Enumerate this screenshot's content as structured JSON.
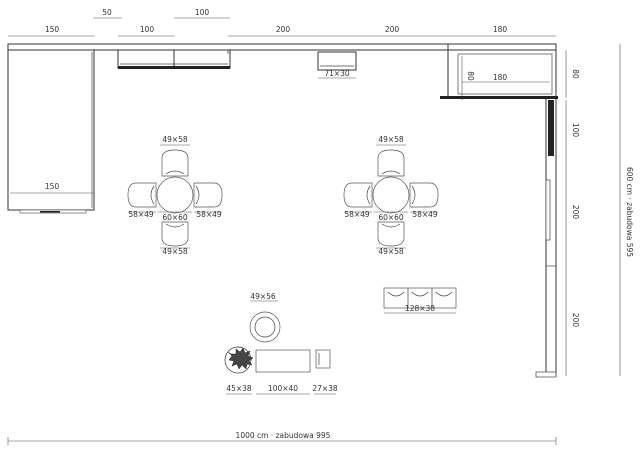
{
  "top_dims": {
    "d150": "150",
    "d50": "50",
    "d100a": "100",
    "d100b": "100",
    "d200a": "200",
    "d200b": "200",
    "d180": "180"
  },
  "counter": {
    "left_unit_label": "150",
    "right_depth_label": "80",
    "right_width_label": "180"
  },
  "shelf_label": "71×30",
  "table_groups": [
    {
      "top": "49×58",
      "left": "58×49",
      "table": "60×60",
      "right": "58×49",
      "bottom": "49×58"
    },
    {
      "top": "49×58",
      "left": "58×49",
      "table": "60×60",
      "right": "58×49",
      "bottom": "49×58"
    }
  ],
  "bench_label": "128×38",
  "lounge": {
    "pouf": "49×56",
    "plant": "45×38",
    "low_table": "100×40",
    "side": "27×38"
  },
  "right_dims": {
    "d80": "80",
    "d100": "100",
    "d200a": "200",
    "d200b": "200"
  },
  "right_total": "600 cm · zabudowa 595",
  "bottom_total": "1000 cm · zabudowa 995"
}
